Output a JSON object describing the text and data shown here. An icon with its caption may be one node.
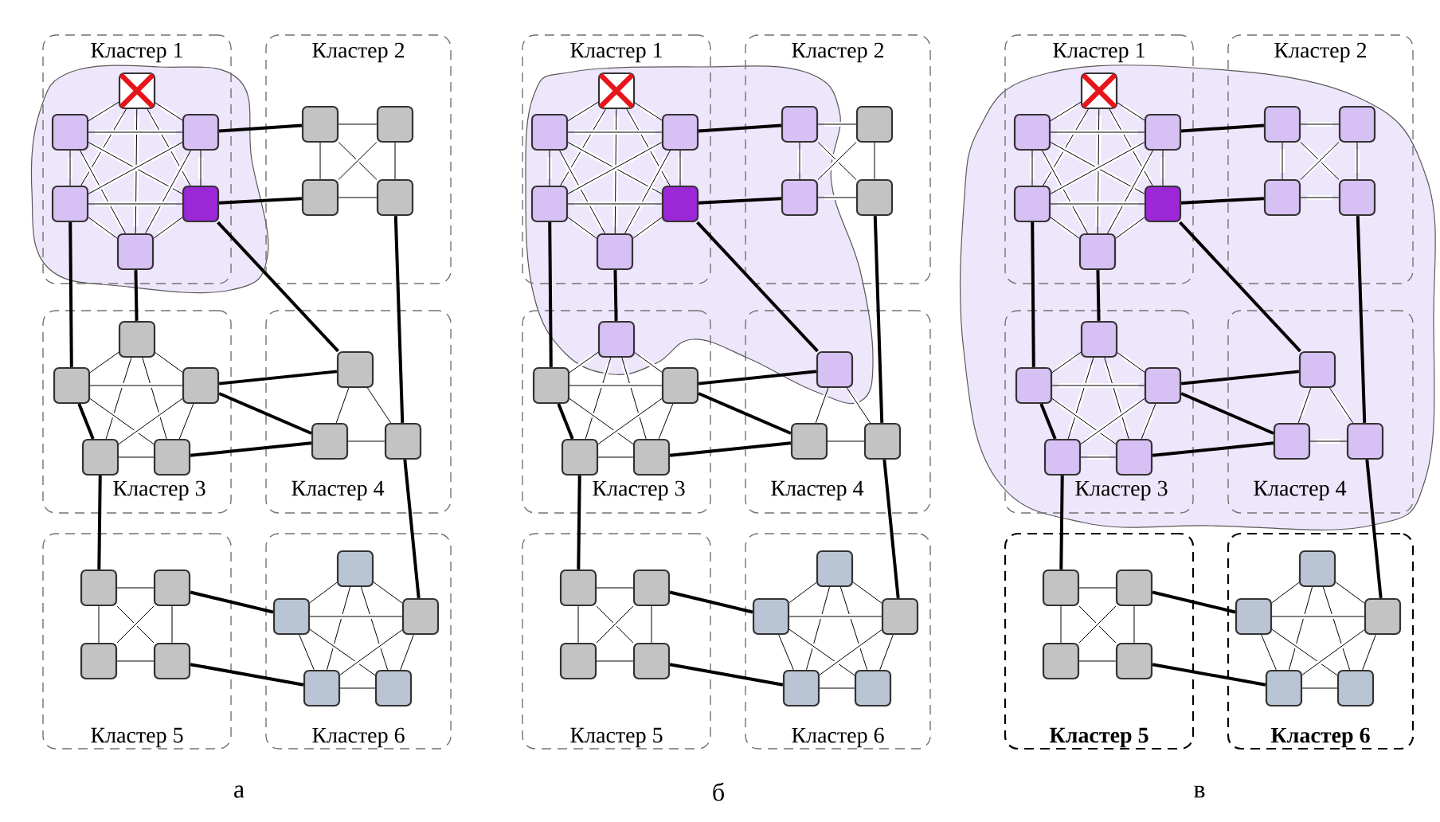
{
  "diagram": {
    "nodes": [
      {
        "text": [
          "Кластер 1"
        ]
      },
      {
        "text": [],
        "shape": "box",
        "in": 0
      },
      {
        "text": [],
        "shape": "box",
        "in": 0
      },
      {
        "text": [],
        "shape": "box",
        "in": 0
      },
      {
        "text": [],
        "shape": "box",
        "in": 0
      },
      {
        "text": [],
        "shape": "box",
        "in": 0
      },
      {
        "text": [],
        "shape": "box",
        "in": 0
      },
      {
        "text": [
          "Кластер 2"
        ]
      },
      {
        "text": [],
        "shape": "box",
        "in": 7
      },
      {
        "text": [],
        "shape": "box",
        "in": 7
      },
      {
        "text": [],
        "shape": "box",
        "in": 7
      },
      {
        "text": [],
        "shape": "box",
        "in": 7
      },
      {
        "text": [
          "Кластер 3"
        ]
      },
      {
        "text": [],
        "shape": "box",
        "in": 12
      },
      {
        "text": [],
        "shape": "box",
        "in": 12
      },
      {
        "text": [],
        "shape": "box",
        "in": 12
      },
      {
        "text": [],
        "shape": "box",
        "in": 12
      },
      {
        "text": [],
        "shape": "box",
        "in": 12
      },
      {
        "text": [
          "Кластер 4"
        ]
      },
      {
        "text": [],
        "shape": "box",
        "in": 18
      },
      {
        "text": [],
        "shape": "box",
        "in": 18
      },
      {
        "text": [],
        "shape": "box",
        "in": 18
      },
      {
        "text": [
          "Кластер 5"
        ]
      },
      {
        "text": [],
        "shape": "box",
        "in": 22
      },
      {
        "text": [],
        "shape": "box",
        "in": 22
      },
      {
        "text": [],
        "shape": "box",
        "in": 22
      },
      {
        "text": [],
        "shape": "box",
        "in": 22
      },
      {
        "text": [
          "Кластер 6"
        ]
      },
      {
        "text": [],
        "shape": "box",
        "in": 27
      },
      {
        "text": [],
        "shape": "box",
        "in": 27
      },
      {
        "text": [],
        "shape": "box",
        "in": 27
      },
      {
        "text": [],
        "shape": "box",
        "in": 27
      },
      {
        "text": [],
        "shape": "box",
        "in": 27
      },
      {
        "text": [
          "Кластер 1"
        ]
      },
      {
        "text": [],
        "shape": "box",
        "in": 33
      },
      {
        "text": [],
        "shape": "box",
        "in": 33
      },
      {
        "text": [],
        "shape": "box",
        "in": 33
      },
      {
        "text": [],
        "shape": "box",
        "in": 33
      },
      {
        "text": [],
        "shape": "box",
        "in": 33
      },
      {
        "text": [],
        "shape": "box",
        "in": 33
      },
      {
        "text": [
          "Кластер 2"
        ]
      },
      {
        "text": [],
        "shape": "box",
        "in": 40
      },
      {
        "text": [],
        "shape": "box",
        "in": 40
      },
      {
        "text": [],
        "shape": "box",
        "in": 40
      },
      {
        "text": [],
        "shape": "box",
        "in": 40
      },
      {
        "text": [
          "Кластер 3"
        ]
      },
      {
        "text": [],
        "shape": "box",
        "in": 45
      },
      {
        "text": [],
        "shape": "box",
        "in": 45
      },
      {
        "text": [],
        "shape": "box",
        "in": 45
      },
      {
        "text": [],
        "shape": "box",
        "in": 45
      },
      {
        "text": [],
        "shape": "box",
        "in": 45
      },
      {
        "text": [
          "Кластер 4"
        ]
      },
      {
        "text": [],
        "shape": "box",
        "in": 51
      },
      {
        "text": [],
        "shape": "box",
        "in": 51
      },
      {
        "text": [],
        "shape": "box",
        "in": 51
      },
      {
        "text": [
          "Кластер 5"
        ]
      },
      {
        "text": [],
        "shape": "box",
        "in": 55
      },
      {
        "text": [],
        "shape": "box",
        "in": 55
      },
      {
        "text": [],
        "shape": "box",
        "in": 55
      },
      {
        "text": [],
        "shape": "box",
        "in": 55
      },
      {
        "text": [
          "Кластер 6"
        ]
      },
      {
        "text": [],
        "shape": "box",
        "in": 60
      },
      {
        "text": [],
        "shape": "box",
        "in": 60
      },
      {
        "text": [],
        "shape": "box",
        "in": 60
      },
      {
        "text": [],
        "shape": "box",
        "in": 60
      },
      {
        "text": [],
        "shape": "box",
        "in": 60
      },
      {
        "text": [
          "Кластер 1"
        ]
      },
      {
        "text": [],
        "shape": "box",
        "in": 66
      },
      {
        "text": [],
        "shape": "box",
        "in": 66
      },
      {
        "text": [],
        "shape": "box",
        "in": 66
      },
      {
        "text": [],
        "shape": "box",
        "in": 66
      },
      {
        "text": [],
        "shape": "box",
        "in": 66
      },
      {
        "text": [],
        "shape": "box",
        "in": 66
      },
      {
        "text": [
          "Кластер 2"
        ]
      },
      {
        "text": [],
        "shape": "box",
        "in": 73
      },
      {
        "text": [],
        "shape": "box",
        "in": 73
      },
      {
        "text": [],
        "shape": "box",
        "in": 73
      },
      {
        "text": [],
        "shape": "box",
        "in": 73
      },
      {
        "text": [
          "Кластер 3"
        ]
      },
      {
        "text": [],
        "shape": "box",
        "in": 78
      },
      {
        "text": [],
        "shape": "box",
        "in": 78
      },
      {
        "text": [],
        "shape": "box",
        "in": 78
      },
      {
        "text": [],
        "shape": "box",
        "in": 78
      },
      {
        "text": [],
        "shape": "box",
        "in": 78
      },
      {
        "text": [
          "Кластер 4"
        ]
      },
      {
        "text": [],
        "shape": "box",
        "in": 84
      },
      {
        "text": [],
        "shape": "box",
        "in": 84
      },
      {
        "text": [],
        "shape": "box",
        "in": 84
      },
      {
        "text": [
          "Кластер 5"
        ]
      },
      {
        "text": [],
        "shape": "box",
        "in": 88
      },
      {
        "text": [],
        "shape": "box",
        "in": 88
      },
      {
        "text": [],
        "shape": "box",
        "in": 88
      },
      {
        "text": [],
        "shape": "box",
        "in": 88
      },
      {
        "text": [
          "Кластер 6"
        ]
      },
      {
        "text": [],
        "shape": "box",
        "in": 93
      },
      {
        "text": [],
        "shape": "box",
        "in": 93
      },
      {
        "text": [],
        "shape": "box",
        "in": 93
      },
      {
        "text": [],
        "shape": "box",
        "in": 93
      },
      {
        "text": [],
        "shape": "box",
        "in": 93
      }
    ],
    "edges": [
      {
        "from": 1,
        "to": 2,
        "arrow": "none"
      },
      {
        "from": 1,
        "to": 3,
        "arrow": "none"
      },
      {
        "from": 1,
        "to": 4,
        "arrow": "none"
      },
      {
        "from": 1,
        "to": 5,
        "arrow": "none"
      },
      {
        "from": 1,
        "to": 6,
        "arrow": "none"
      },
      {
        "from": 2,
        "to": 3,
        "arrow": "none"
      },
      {
        "from": 2,
        "to": 4,
        "arrow": "none"
      },
      {
        "from": 2,
        "to": 5,
        "arrow": "none"
      },
      {
        "from": 2,
        "to": 6,
        "arrow": "none"
      },
      {
        "from": 3,
        "to": 4,
        "arrow": "none"
      },
      {
        "from": 3,
        "to": 5,
        "arrow": "none"
      },
      {
        "from": 3,
        "to": 6,
        "arrow": "none"
      },
      {
        "from": 4,
        "to": 5,
        "arrow": "none"
      },
      {
        "from": 4,
        "to": 6,
        "arrow": "none"
      },
      {
        "from": 5,
        "to": 6,
        "arrow": "none"
      },
      {
        "from": 8,
        "to": 9,
        "arrow": "none"
      },
      {
        "from": 8,
        "to": 10,
        "arrow": "none"
      },
      {
        "from": 8,
        "to": 11,
        "arrow": "none"
      },
      {
        "from": 9,
        "to": 10,
        "arrow": "none"
      },
      {
        "from": 9,
        "to": 11,
        "arrow": "none"
      },
      {
        "from": 10,
        "to": 11,
        "arrow": "none"
      },
      {
        "from": 13,
        "to": 14,
        "arrow": "none"
      },
      {
        "from": 13,
        "to": 15,
        "arrow": "none"
      },
      {
        "from": 13,
        "to": 16,
        "arrow": "none"
      },
      {
        "from": 13,
        "to": 17,
        "arrow": "none"
      },
      {
        "from": 14,
        "to": 15,
        "arrow": "none"
      },
      {
        "from": 14,
        "to": 16,
        "arrow": "none",
        "style": "thick"
      },
      {
        "from": 14,
        "to": 17,
        "arrow": "none"
      },
      {
        "from": 15,
        "to": 16,
        "arrow": "none"
      },
      {
        "from": 15,
        "to": 17,
        "arrow": "none"
      },
      {
        "from": 16,
        "to": 17,
        "arrow": "none"
      },
      {
        "from": 19,
        "to": 20,
        "arrow": "none"
      },
      {
        "from": 19,
        "to": 21,
        "arrow": "none"
      },
      {
        "from": 20,
        "to": 21,
        "arrow": "none"
      },
      {
        "from": 23,
        "to": 24,
        "arrow": "none"
      },
      {
        "from": 23,
        "to": 25,
        "arrow": "none"
      },
      {
        "from": 23,
        "to": 26,
        "arrow": "none"
      },
      {
        "from": 24,
        "to": 25,
        "arrow": "none"
      },
      {
        "from": 24,
        "to": 26,
        "arrow": "none"
      },
      {
        "from": 25,
        "to": 26,
        "arrow": "none"
      },
      {
        "from": 28,
        "to": 29,
        "arrow": "none"
      },
      {
        "from": 28,
        "to": 30,
        "arrow": "none"
      },
      {
        "from": 28,
        "to": 31,
        "arrow": "none"
      },
      {
        "from": 28,
        "to": 32,
        "arrow": "none"
      },
      {
        "from": 29,
        "to": 30,
        "arrow": "none"
      },
      {
        "from": 29,
        "to": 31,
        "arrow": "none"
      },
      {
        "from": 29,
        "to": 32,
        "arrow": "none"
      },
      {
        "from": 30,
        "to": 31,
        "arrow": "none"
      },
      {
        "from": 30,
        "to": 32,
        "arrow": "none"
      },
      {
        "from": 31,
        "to": 32,
        "arrow": "none"
      },
      {
        "from": 3,
        "to": 8,
        "arrow": "none",
        "style": "thick"
      },
      {
        "from": 5,
        "to": 10,
        "arrow": "none",
        "style": "thick"
      },
      {
        "from": 6,
        "to": 13,
        "arrow": "none",
        "style": "thick"
      },
      {
        "from": 4,
        "to": 14,
        "arrow": "none",
        "style": "thick"
      },
      {
        "from": 5,
        "to": 19,
        "arrow": "none",
        "style": "thick"
      },
      {
        "from": 11,
        "to": 21,
        "arrow": "none",
        "style": "thick"
      },
      {
        "from": 15,
        "to": 19,
        "arrow": "none",
        "style": "thick"
      },
      {
        "from": 15,
        "to": 20,
        "arrow": "none",
        "style": "thick"
      },
      {
        "from": 17,
        "to": 20,
        "arrow": "none",
        "style": "thick"
      },
      {
        "from": 16,
        "to": 23,
        "arrow": "none",
        "style": "thick"
      },
      {
        "from": 21,
        "to": 30,
        "arrow": "none",
        "style": "thick"
      },
      {
        "from": 24,
        "to": 29,
        "arrow": "none",
        "style": "thick"
      },
      {
        "from": 26,
        "to": 31,
        "arrow": "none",
        "style": "thick"
      },
      {
        "from": 34,
        "to": 35,
        "arrow": "none"
      },
      {
        "from": 34,
        "to": 36,
        "arrow": "none"
      },
      {
        "from": 34,
        "to": 37,
        "arrow": "none"
      },
      {
        "from": 34,
        "to": 38,
        "arrow": "none"
      },
      {
        "from": 34,
        "to": 39,
        "arrow": "none"
      },
      {
        "from": 35,
        "to": 36,
        "arrow": "none"
      },
      {
        "from": 35,
        "to": 37,
        "arrow": "none"
      },
      {
        "from": 35,
        "to": 38,
        "arrow": "none"
      },
      {
        "from": 35,
        "to": 39,
        "arrow": "none"
      },
      {
        "from": 36,
        "to": 37,
        "arrow": "none"
      },
      {
        "from": 36,
        "to": 38,
        "arrow": "none"
      },
      {
        "from": 36,
        "to": 39,
        "arrow": "none"
      },
      {
        "from": 37,
        "to": 38,
        "arrow": "none"
      },
      {
        "from": 37,
        "to": 39,
        "arrow": "none"
      },
      {
        "from": 38,
        "to": 39,
        "arrow": "none"
      },
      {
        "from": 41,
        "to": 42,
        "arrow": "none"
      },
      {
        "from": 41,
        "to": 43,
        "arrow": "none"
      },
      {
        "from": 41,
        "to": 44,
        "arrow": "none"
      },
      {
        "from": 42,
        "to": 43,
        "arrow": "none"
      },
      {
        "from": 42,
        "to": 44,
        "arrow": "none"
      },
      {
        "from": 43,
        "to": 44,
        "arrow": "none"
      },
      {
        "from": 46,
        "to": 47,
        "arrow": "none"
      },
      {
        "from": 46,
        "to": 48,
        "arrow": "none"
      },
      {
        "from": 46,
        "to": 49,
        "arrow": "none"
      },
      {
        "from": 46,
        "to": 50,
        "arrow": "none"
      },
      {
        "from": 47,
        "to": 48,
        "arrow": "none"
      },
      {
        "from": 47,
        "to": 49,
        "arrow": "none",
        "style": "thick"
      },
      {
        "from": 47,
        "to": 50,
        "arrow": "none"
      },
      {
        "from": 48,
        "to": 49,
        "arrow": "none"
      },
      {
        "from": 48,
        "to": 50,
        "arrow": "none"
      },
      {
        "from": 49,
        "to": 50,
        "arrow": "none"
      },
      {
        "from": 52,
        "to": 53,
        "arrow": "none"
      },
      {
        "from": 52,
        "to": 54,
        "arrow": "none"
      },
      {
        "from": 53,
        "to": 54,
        "arrow": "none"
      },
      {
        "from": 56,
        "to": 57,
        "arrow": "none"
      },
      {
        "from": 56,
        "to": 58,
        "arrow": "none"
      },
      {
        "from": 56,
        "to": 59,
        "arrow": "none"
      },
      {
        "from": 57,
        "to": 58,
        "arrow": "none"
      },
      {
        "from": 57,
        "to": 59,
        "arrow": "none"
      },
      {
        "from": 58,
        "to": 59,
        "arrow": "none"
      },
      {
        "from": 61,
        "to": 62,
        "arrow": "none"
      },
      {
        "from": 61,
        "to": 63,
        "arrow": "none"
      },
      {
        "from": 61,
        "to": 64,
        "arrow": "none"
      },
      {
        "from": 61,
        "to": 65,
        "arrow": "none"
      },
      {
        "from": 62,
        "to": 63,
        "arrow": "none"
      },
      {
        "from": 62,
        "to": 64,
        "arrow": "none"
      },
      {
        "from": 62,
        "to": 65,
        "arrow": "none"
      },
      {
        "from": 63,
        "to": 64,
        "arrow": "none"
      },
      {
        "from": 63,
        "to": 65,
        "arrow": "none"
      },
      {
        "from": 64,
        "to": 65,
        "arrow": "none"
      },
      {
        "from": 36,
        "to": 41,
        "arrow": "none",
        "style": "thick"
      },
      {
        "from": 38,
        "to": 43,
        "arrow": "none",
        "style": "thick"
      },
      {
        "from": 39,
        "to": 46,
        "arrow": "none",
        "style": "thick"
      },
      {
        "from": 37,
        "to": 47,
        "arrow": "none",
        "style": "thick"
      },
      {
        "from": 38,
        "to": 52,
        "arrow": "none",
        "style": "thick"
      },
      {
        "from": 44,
        "to": 54,
        "arrow": "none",
        "style": "thick"
      },
      {
        "from": 48,
        "to": 52,
        "arrow": "none",
        "style": "thick"
      },
      {
        "from": 48,
        "to": 53,
        "arrow": "none",
        "style": "thick"
      },
      {
        "from": 50,
        "to": 53,
        "arrow": "none",
        "style": "thick"
      },
      {
        "from": 49,
        "to": 56,
        "arrow": "none",
        "style": "thick"
      },
      {
        "from": 54,
        "to": 63,
        "arrow": "none",
        "style": "thick"
      },
      {
        "from": 57,
        "to": 62,
        "arrow": "none",
        "style": "thick"
      },
      {
        "from": 59,
        "to": 64,
        "arrow": "none",
        "style": "thick"
      },
      {
        "from": 67,
        "to": 68,
        "arrow": "none"
      },
      {
        "from": 67,
        "to": 69,
        "arrow": "none"
      },
      {
        "from": 67,
        "to": 70,
        "arrow": "none"
      },
      {
        "from": 67,
        "to": 71,
        "arrow": "none"
      },
      {
        "from": 67,
        "to": 72,
        "arrow": "none"
      },
      {
        "from": 68,
        "to": 69,
        "arrow": "none"
      },
      {
        "from": 68,
        "to": 70,
        "arrow": "none"
      },
      {
        "from": 68,
        "to": 71,
        "arrow": "none"
      },
      {
        "from": 68,
        "to": 72,
        "arrow": "none"
      },
      {
        "from": 69,
        "to": 70,
        "arrow": "none"
      },
      {
        "from": 69,
        "to": 71,
        "arrow": "none"
      },
      {
        "from": 69,
        "to": 72,
        "arrow": "none"
      },
      {
        "from": 70,
        "to": 71,
        "arrow": "none"
      },
      {
        "from": 70,
        "to": 72,
        "arrow": "none"
      },
      {
        "from": 71,
        "to": 72,
        "arrow": "none"
      },
      {
        "from": 74,
        "to": 75,
        "arrow": "none"
      },
      {
        "from": 74,
        "to": 76,
        "arrow": "none"
      },
      {
        "from": 74,
        "to": 77,
        "arrow": "none"
      },
      {
        "from": 75,
        "to": 76,
        "arrow": "none"
      },
      {
        "from": 75,
        "to": 77,
        "arrow": "none"
      },
      {
        "from": 76,
        "to": 77,
        "arrow": "none"
      },
      {
        "from": 79,
        "to": 80,
        "arrow": "none"
      },
      {
        "from": 79,
        "to": 81,
        "arrow": "none"
      },
      {
        "from": 79,
        "to": 82,
        "arrow": "none"
      },
      {
        "from": 79,
        "to": 83,
        "arrow": "none"
      },
      {
        "from": 80,
        "to": 81,
        "arrow": "none"
      },
      {
        "from": 80,
        "to": 82,
        "arrow": "none",
        "style": "thick"
      },
      {
        "from": 80,
        "to": 83,
        "arrow": "none"
      },
      {
        "from": 81,
        "to": 82,
        "arrow": "none"
      },
      {
        "from": 81,
        "to": 83,
        "arrow": "none"
      },
      {
        "from": 82,
        "to": 83,
        "arrow": "none"
      },
      {
        "from": 85,
        "to": 86,
        "arrow": "none"
      },
      {
        "from": 85,
        "to": 87,
        "arrow": "none"
      },
      {
        "from": 86,
        "to": 87,
        "arrow": "none"
      },
      {
        "from": 89,
        "to": 90,
        "arrow": "none"
      },
      {
        "from": 89,
        "to": 91,
        "arrow": "none"
      },
      {
        "from": 89,
        "to": 92,
        "arrow": "none"
      },
      {
        "from": 90,
        "to": 91,
        "arrow": "none"
      },
      {
        "from": 90,
        "to": 92,
        "arrow": "none"
      },
      {
        "from": 91,
        "to": 92,
        "arrow": "none"
      },
      {
        "from": 94,
        "to": 95,
        "arrow": "none"
      },
      {
        "from": 94,
        "to": 96,
        "arrow": "none"
      },
      {
        "from": 94,
        "to": 97,
        "arrow": "none"
      },
      {
        "from": 94,
        "to": 98,
        "arrow": "none"
      },
      {
        "from": 95,
        "to": 96,
        "arrow": "none"
      },
      {
        "from": 95,
        "to": 97,
        "arrow": "none"
      },
      {
        "from": 95,
        "to": 98,
        "arrow": "none"
      },
      {
        "from": 96,
        "to": 97,
        "arrow": "none"
      },
      {
        "from": 96,
        "to": 98,
        "arrow": "none"
      },
      {
        "from": 97,
        "to": 98,
        "arrow": "none"
      },
      {
        "from": 69,
        "to": 74,
        "arrow": "none",
        "style": "thick"
      },
      {
        "from": 71,
        "to": 76,
        "arrow": "none",
        "style": "thick"
      },
      {
        "from": 72,
        "to": 79,
        "arrow": "none",
        "style": "thick"
      },
      {
        "from": 70,
        "to": 80,
        "arrow": "none",
        "style": "thick"
      },
      {
        "from": 71,
        "to": 85,
        "arrow": "none",
        "style": "thick"
      },
      {
        "from": 77,
        "to": 87,
        "arrow": "none",
        "style": "thick"
      },
      {
        "from": 81,
        "to": 85,
        "arrow": "none",
        "style": "thick"
      },
      {
        "from": 81,
        "to": 86,
        "arrow": "none",
        "style": "thick"
      },
      {
        "from": 83,
        "to": 86,
        "arrow": "none",
        "style": "thick"
      },
      {
        "from": 82,
        "to": 89,
        "arrow": "none",
        "style": "thick"
      },
      {
        "from": 87,
        "to": 96,
        "arrow": "none",
        "style": "thick"
      },
      {
        "from": 90,
        "to": 95,
        "arrow": "none",
        "style": "thick"
      },
      {
        "from": 92,
        "to": 97,
        "arrow": "none",
        "style": "thick"
      }
    ],
    "labels": [
      "а",
      "б",
      "в"
    ]
  }
}
